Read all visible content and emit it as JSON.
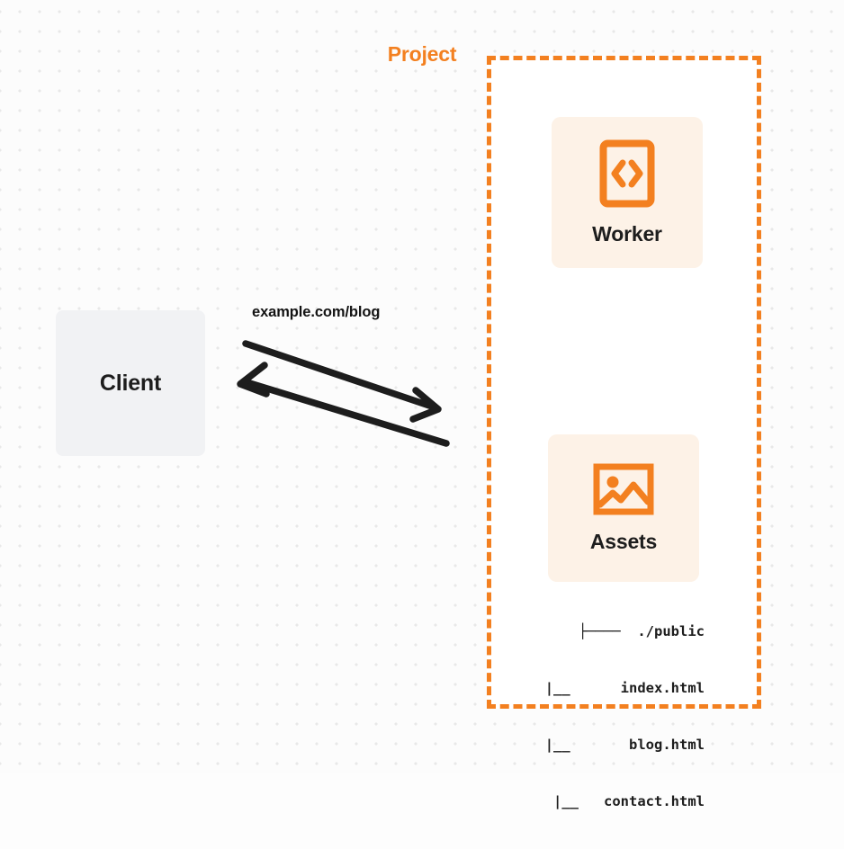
{
  "diagram": {
    "title": "Project",
    "background": {
      "color": "#fcfcfc",
      "dot_color": "#e8e8e8"
    },
    "colors": {
      "accent_orange": "#f38020",
      "card_background": "#fdf2e7",
      "client_background": "#f1f2f4",
      "text_dark": "#1d1d1d"
    }
  },
  "client": {
    "label": "Client"
  },
  "connection": {
    "label": "example.com/blog",
    "request_direction": "client-to-project",
    "response_direction": "project-to-client"
  },
  "project": {
    "label": "Project",
    "services": [
      {
        "label": "Worker",
        "icon": "code-brackets-icon"
      },
      {
        "label": "Assets",
        "icon": "image-icon"
      }
    ],
    "file_tree": [
      "├────  ./public",
      "|__      index.html",
      "|__       blog.html",
      "|__   contact.html"
    ]
  }
}
